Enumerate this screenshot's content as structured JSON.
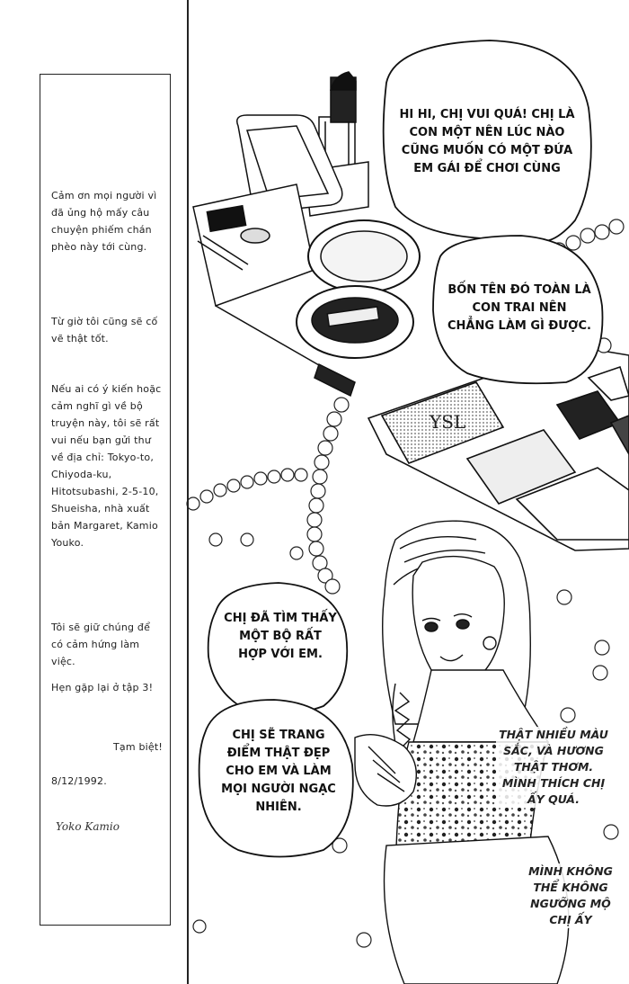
{
  "sidebar": {
    "paragraphs": [
      "Cảm ơn mọi người vì đã ủng hộ mấy câu chuyện phiếm chán phèo này tới cùng.",
      "Từ giờ tôi cũng sẽ cố vẽ thật tốt.",
      "Nếu ai có ý kiến hoặc cảm nghĩ gì về bộ truyện này, tôi sẽ rất vui nếu bạn gửi thư về địa chỉ: Tokyo-to, Chiyoda-ku, Hitotsubashi, 2-5-10, Shueisha, nhà xuất bản Margaret, Kamio Youko.",
      "Tôi sẽ giữ chúng để có cảm hứng làm việc.",
      "Hẹn gặp lại ở tập 3!",
      "Tạm biệt!",
      "8/12/1992."
    ],
    "signature": "Yoko Kamio"
  },
  "bubbles": {
    "top": "HI HI, CHỊ VUI QUÁ! CHỊ LÀ CON MỘT NÊN LÚC NÀO CŨNG MUỐN CÓ MỘT ĐỨA EM GÁI ĐỂ CHƠI CÙNG",
    "middle": "BỐN TÊN ĐÓ TOÀN LÀ CON TRAI NÊN CHẲNG LÀM GÌ ĐƯỢC.",
    "left_upper": "CHỊ ĐÃ TÌM THẤY MỘT BỘ RẤT HỢP VỚI EM.",
    "left_lower": "CHỊ SẼ TRANG ĐIỂM THẬT ĐẸP CHO EM VÀ LÀM MỌI NGƯỜI NGẠC NHIÊN."
  },
  "narration": {
    "first": "THẬT NHIỀU MÀU SẮC, VÀ HƯƠNG THẬT THƠM. MÌNH THÍCH CHỊ ẤY QUÁ.",
    "second": "MÌNH KHÔNG THỂ KHÔNG NGƯỠNG MỘ CHỊ ẤY"
  },
  "palette": {
    "ink": "#111111",
    "paper": "#ffffff",
    "screentone": "#9a9a9a"
  },
  "icons": [
    "lipstick-icon",
    "ysl-palette-icon",
    "compact-icon",
    "pearl-necklace-icon",
    "mascara-icon"
  ]
}
